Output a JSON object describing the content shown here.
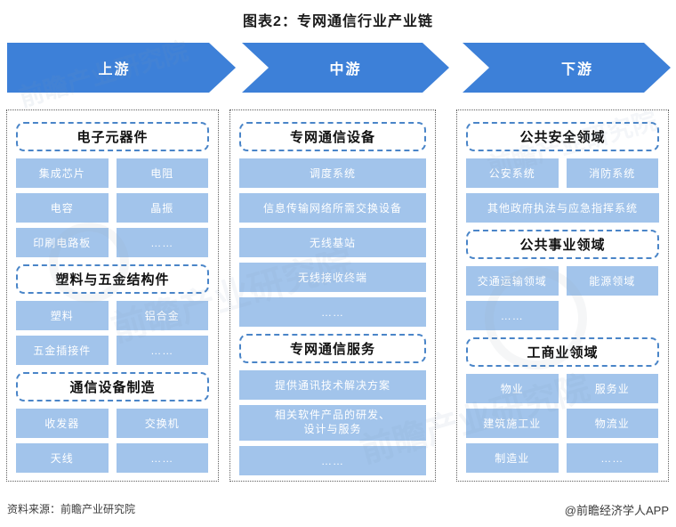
{
  "title": "图表2：专网通信行业产业链",
  "colors": {
    "arrow_blue": "#3d80d8",
    "item_blue": "#a2c4eb",
    "header_border_blue": "#4a85c8",
    "column_border_gray": "#5f5f5f"
  },
  "stages": [
    {
      "label": "上游",
      "sections": [
        {
          "header": "电子元器件",
          "items": [
            {
              "label": "集成芯片",
              "span": "half"
            },
            {
              "label": "电阻",
              "span": "half"
            },
            {
              "label": "电容",
              "span": "half"
            },
            {
              "label": "晶振",
              "span": "half"
            },
            {
              "label": "印刷电路板",
              "span": "half"
            },
            {
              "label": "……",
              "span": "half"
            }
          ]
        },
        {
          "header": "塑料与五金结构件",
          "items": [
            {
              "label": "塑料",
              "span": "half"
            },
            {
              "label": "铝合金",
              "span": "half"
            },
            {
              "label": "五金插接件",
              "span": "half"
            },
            {
              "label": "……",
              "span": "half"
            }
          ]
        },
        {
          "header": "通信设备制造",
          "items": [
            {
              "label": "收发器",
              "span": "half"
            },
            {
              "label": "交换机",
              "span": "half"
            },
            {
              "label": "天线",
              "span": "half"
            },
            {
              "label": "……",
              "span": "half"
            }
          ]
        }
      ]
    },
    {
      "label": "中游",
      "sections": [
        {
          "header": "专网通信设备",
          "items": [
            {
              "label": "调度系统",
              "span": "full"
            },
            {
              "label": "信息传输网络所需交换设备",
              "span": "full"
            },
            {
              "label": "无线基站",
              "span": "full"
            },
            {
              "label": "无线接收终端",
              "span": "full"
            },
            {
              "label": "……",
              "span": "full"
            }
          ]
        },
        {
          "header": "专网通信服务",
          "items": [
            {
              "label": "提供通讯技术解决方案",
              "span": "full"
            },
            {
              "label": "相关软件产品的研发、\n设计与服务",
              "span": "full",
              "tall": true
            },
            {
              "label": "……",
              "span": "full"
            }
          ]
        }
      ]
    },
    {
      "label": "下游",
      "sections": [
        {
          "header": "公共安全领域",
          "items": [
            {
              "label": "公安系统",
              "span": "half"
            },
            {
              "label": "消防系统",
              "span": "half"
            },
            {
              "label": "其他政府执法与应急指挥系统",
              "span": "full"
            }
          ]
        },
        {
          "header": "公共事业领域",
          "items": [
            {
              "label": "交通运输领域",
              "span": "half"
            },
            {
              "label": "能源领域",
              "span": "half"
            },
            {
              "label": "……",
              "span": "half"
            }
          ]
        },
        {
          "header": "工商业领域",
          "items": [
            {
              "label": "物业",
              "span": "half"
            },
            {
              "label": "服务业",
              "span": "half"
            },
            {
              "label": "建筑施工业",
              "span": "half"
            },
            {
              "label": "物流业",
              "span": "half"
            },
            {
              "label": "制造业",
              "span": "half"
            },
            {
              "label": "……",
              "span": "half"
            }
          ]
        }
      ]
    }
  ],
  "footer": {
    "source": "资料来源：前瞻产业研究院",
    "credit": "@前瞻经济学人APP"
  },
  "watermark": {
    "text": "前瞻产业研究院"
  }
}
